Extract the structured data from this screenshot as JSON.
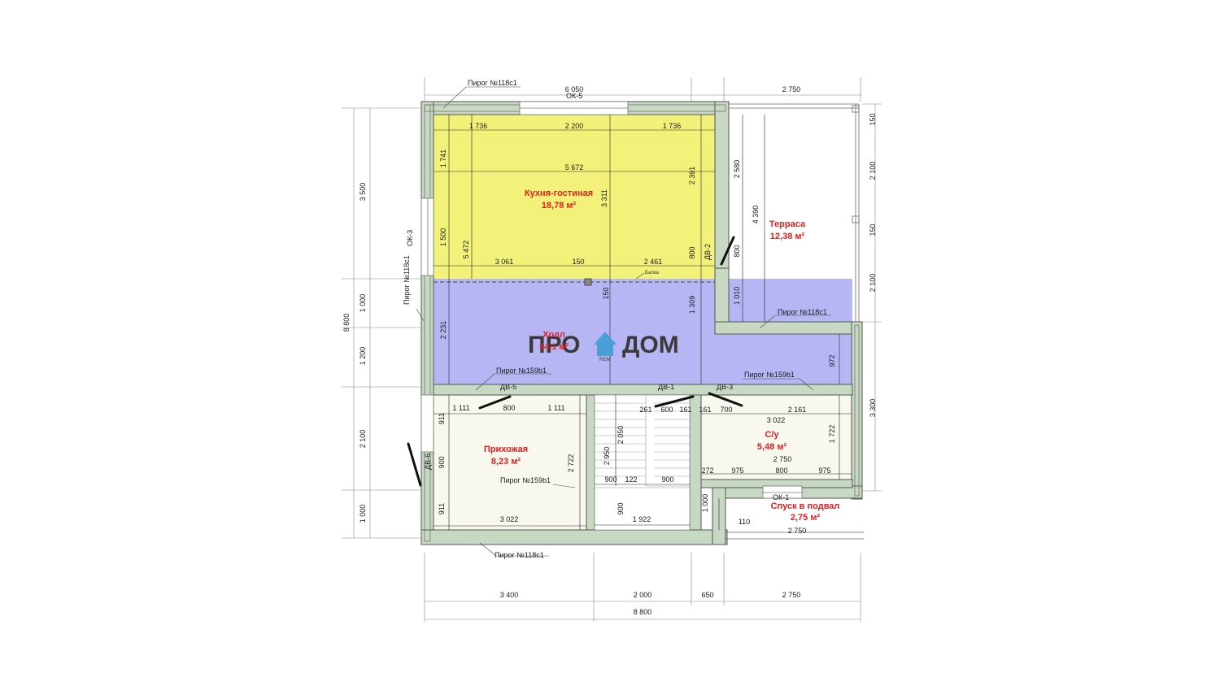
{
  "rooms": {
    "kitchen": {
      "name": "Кухня-гостиная",
      "area": "18,78 м²",
      "color": "#f2f27a"
    },
    "hall": {
      "name": "Холл",
      "area": "14,1 м²",
      "color": "#b6b6f5"
    },
    "terrace": {
      "name": "Терраса",
      "area": "12,38 м²"
    },
    "entry": {
      "name": "Прихожая",
      "area": "8,23 м²"
    },
    "bath": {
      "name": "С/у",
      "area": "5,48 м²"
    },
    "basement": {
      "name": "Спуск в подвал",
      "area": "2,75 м²"
    }
  },
  "tags": {
    "pirog_top": "Пирог №118с1",
    "pirog_left": "Пирог №118с1",
    "pirog_terrace": "Пирог №118с1",
    "pirog_bottom": "Пирог №118с1",
    "pirog_159_left": "Пирог №159b1",
    "pirog_159_right": "Пирог №159b1",
    "pirog_159_entry": "Пирог №159b1",
    "ok5": "ОК-5",
    "ok3": "ОК-3",
    "ok1": "ОК-1",
    "dv1": "ДВ-1",
    "dv2": "ДВ-2",
    "dv3": "ДВ-3",
    "dv5": "ДВ-5",
    "dv6": "ДВ-6",
    "balka": "Балка"
  },
  "dims": {
    "top_6050": "6 050",
    "top_2750": "2 750",
    "k_1736a": "1 736",
    "k_2200": "2 200",
    "k_1736b": "1 736",
    "k_5672": "5 672",
    "k_1741": "1 741",
    "k_3311": "3 311",
    "k_2391": "2 391",
    "k_1500": "1 500",
    "k_5472": "5 472",
    "k_3061": "3 061",
    "k_150": "150",
    "k_2461": "2 461",
    "k_800": "800",
    "t_2580": "2 580",
    "t_4390": "4 390",
    "t_800": "800",
    "t_1010": "1 010",
    "h_2231": "2 231",
    "h_150": "150",
    "h_1309": "1 309",
    "h_972": "972",
    "e_1111a": "1 111",
    "e_800": "800",
    "e_1111b": "1 111",
    "e_911a": "911",
    "e_900": "900",
    "e_911b": "911",
    "e_2722": "2 722",
    "e_3022": "3 022",
    "s_2950": "2 950",
    "s_2050": "2 050",
    "s_900a": "900",
    "s_122": "122",
    "s_900b": "900",
    "s_900c": "900",
    "s_1922": "1 922",
    "s_261": "261",
    "s_600": "600",
    "s_161a": "161",
    "b_161": "161",
    "b_700": "700",
    "b_2161": "2 161",
    "b_3022": "3 022",
    "b_1722": "1 722",
    "b_2750": "2 750",
    "b_272": "272",
    "b_975a": "975",
    "b_800": "800",
    "b_975b": "975",
    "p_1000": "1 000",
    "p_110": "110",
    "p_2750": "2 750",
    "l_3500": "3 500",
    "l_1000": "1 000",
    "l_1200": "1 200",
    "l_2100": "2 100",
    "l_1000b": "1 000",
    "l_8800": "8 800",
    "r_150a": "150",
    "r_2100a": "2 100",
    "r_150b": "150",
    "r_2100b": "2 100",
    "r_3300": "3 300",
    "bot_3400": "3 400",
    "bot_2000": "2 000",
    "bot_650": "650",
    "bot_2750": "2 750",
    "bot_8800": "8 800"
  },
  "logo": {
    "left": "ПРО",
    "right": "ДОМ",
    "sub": "REM"
  }
}
